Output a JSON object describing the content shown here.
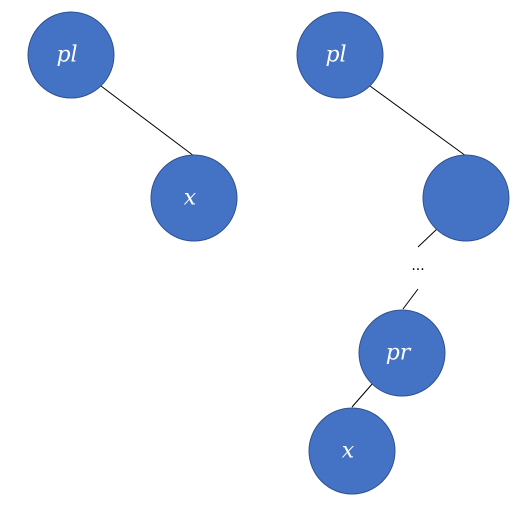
{
  "colors": {
    "node_fill": "#4472c4",
    "node_stroke": "#2f528f",
    "label": "#ffffff",
    "edge": "#000000"
  },
  "left_tree": {
    "node_pl_label": "pl",
    "node_x_label": "x"
  },
  "right_tree": {
    "node_pl_label": "pl",
    "node_unlabeled_label": "",
    "ellipsis": "...",
    "node_pr_label": "pr",
    "node_x_label": "x"
  }
}
